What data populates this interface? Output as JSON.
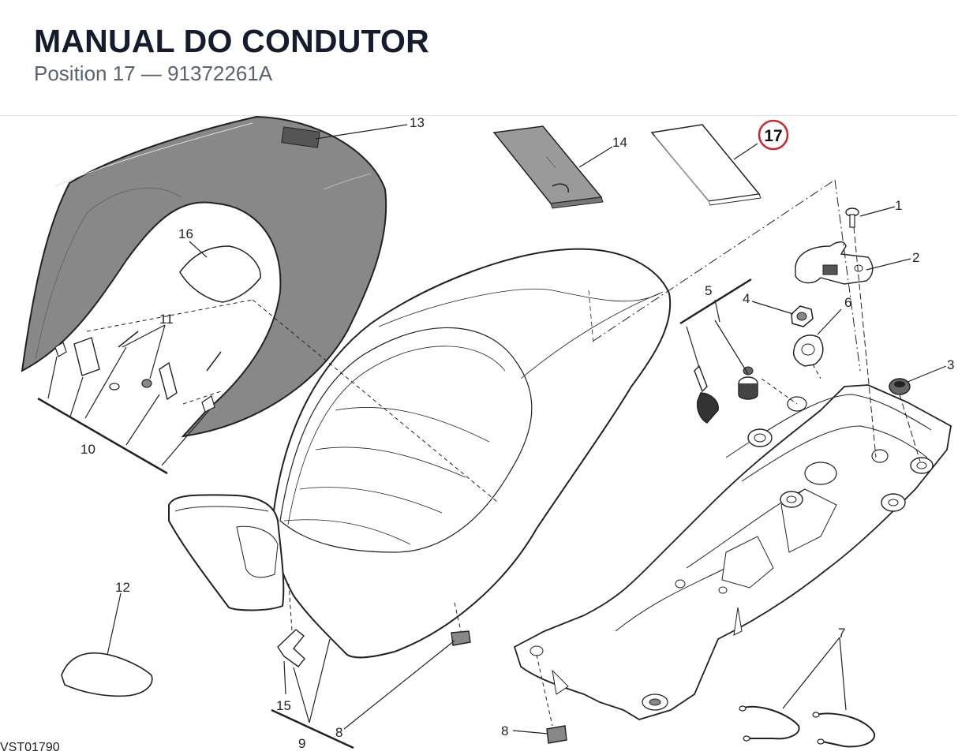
{
  "header": {
    "title": "MANUAL DO CONDUTOR",
    "subtitle": "Position 17 — 91372261A"
  },
  "diagram": {
    "reference_code": "VST01790",
    "highlighted_callout": "17",
    "highlight_color": "#d0252b",
    "line_color": "#222222",
    "cover_fill": "#888888",
    "callouts": {
      "c1": "1",
      "c2": "2",
      "c3": "3",
      "c4": "4",
      "c5": "5",
      "c6": "6",
      "c7": "7",
      "c8a": "8",
      "c8b": "8",
      "c9": "9",
      "c10": "10",
      "c11": "11",
      "c12": "12",
      "c13": "13",
      "c14": "14",
      "c15": "15",
      "c16": "16",
      "c17": "17"
    }
  }
}
